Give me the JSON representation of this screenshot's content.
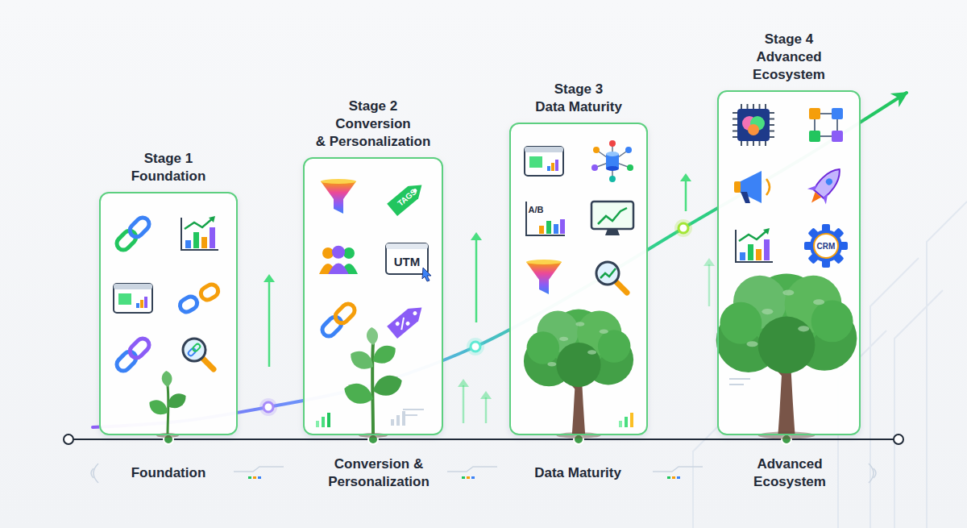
{
  "diagram": {
    "nodes": [
      {
        "text": [
          "Stage 1 Foundation"
        ]
      },
      {
        "text": [
          "Stage 2 Conversion & Personalization"
        ]
      },
      {
        "text": [
          "Stage 3 Data Maturity"
        ]
      },
      {
        "text": [
          "Stage 4 Advanced Ecosystem"
        ]
      }
    ],
    "labels": [
      "TAGS",
      "UTM",
      "A/B",
      "CRM",
      "Foundation",
      "Conversion & Personalization",
      "Data Maturity",
      "Advanced Ecosystem"
    ]
  }
}
